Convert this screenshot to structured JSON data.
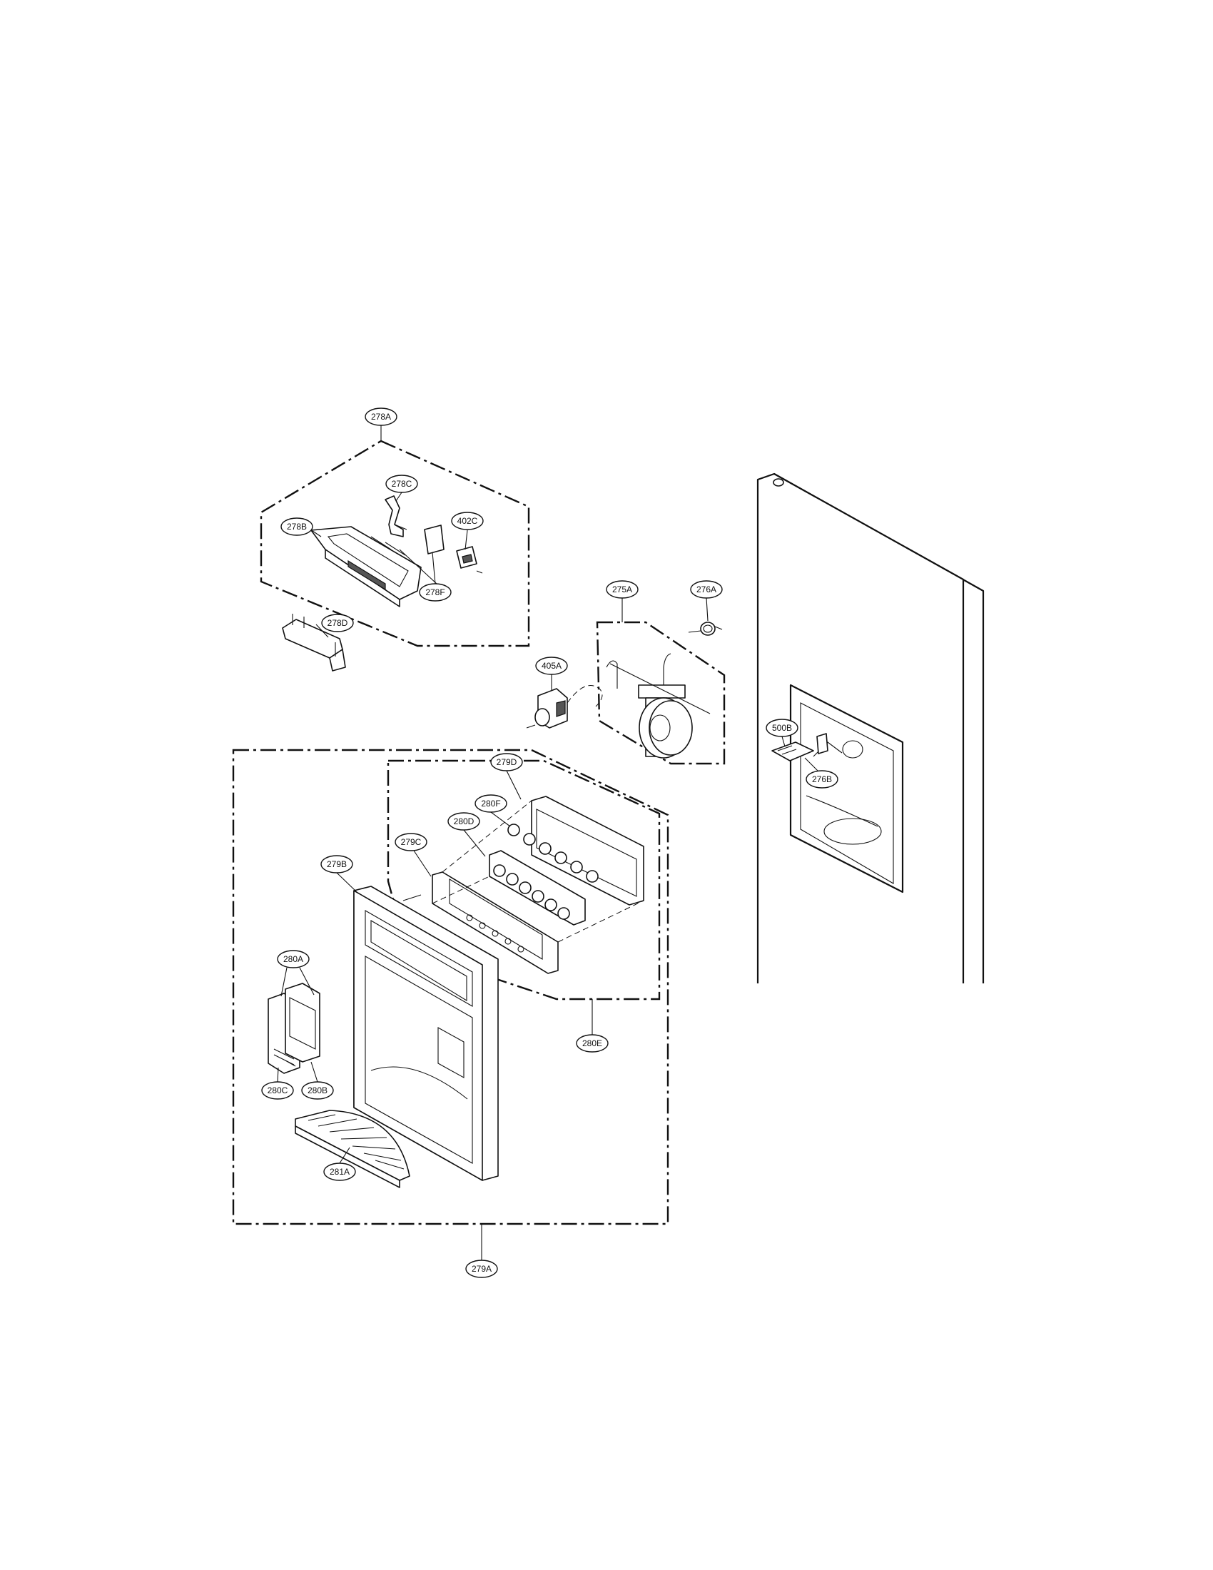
{
  "labels": {
    "l278A": "278A",
    "l278C": "278C",
    "l278B": "278B",
    "l402C": "402C",
    "l278F": "278F",
    "l278D": "278D",
    "l275A": "275A",
    "l276A": "276A",
    "l405A": "405A",
    "l500B": "500B",
    "l276B": "276B",
    "l279D": "279D",
    "l280F": "280F",
    "l280D": "280D",
    "l279C": "279C",
    "l279B": "279B",
    "l280A": "280A",
    "l280E": "280E",
    "l280C": "280C",
    "l280B": "280B",
    "l281A": "281A",
    "l279A": "279A"
  }
}
